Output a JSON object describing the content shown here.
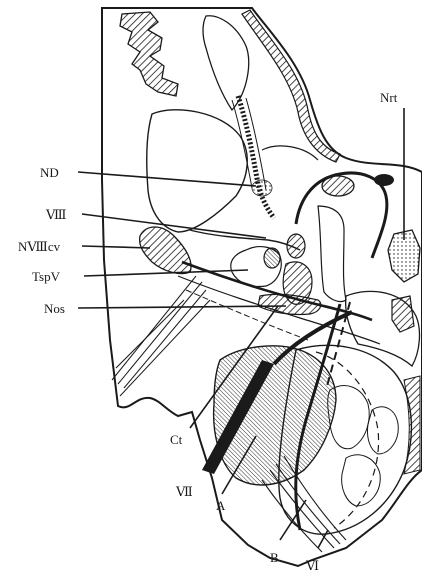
{
  "labels": {
    "ND": "ND",
    "VIII": "Ⅷ",
    "NVIIIcv": "NⅧcv",
    "TspV": "TspV",
    "Nos": "Nos",
    "Nrt": "Nrt",
    "Ct": "Ct",
    "VII": "Ⅶ",
    "A": "A",
    "B": "B",
    "VI": "Ⅵ"
  },
  "colors": {
    "ink": "#1a1a1a",
    "hatch": "#1a1a1a",
    "background": "#ffffff"
  }
}
